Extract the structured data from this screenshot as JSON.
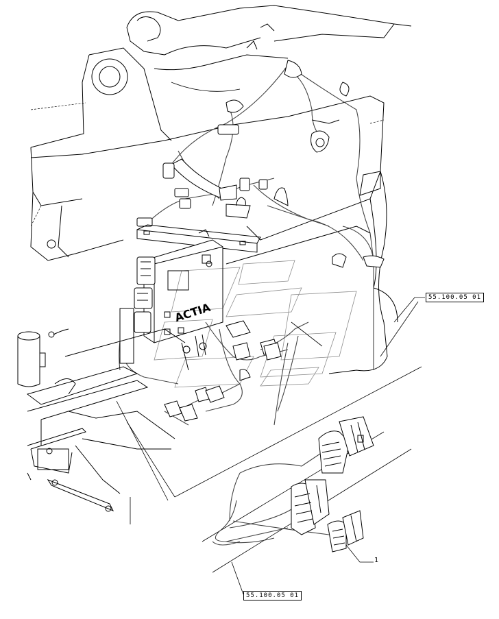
{
  "diagram": {
    "references": {
      "top_right": "55.100.05 01",
      "bottom": "55.100.05 01"
    },
    "item_label": "1",
    "watermark_text": "ACTIA"
  }
}
